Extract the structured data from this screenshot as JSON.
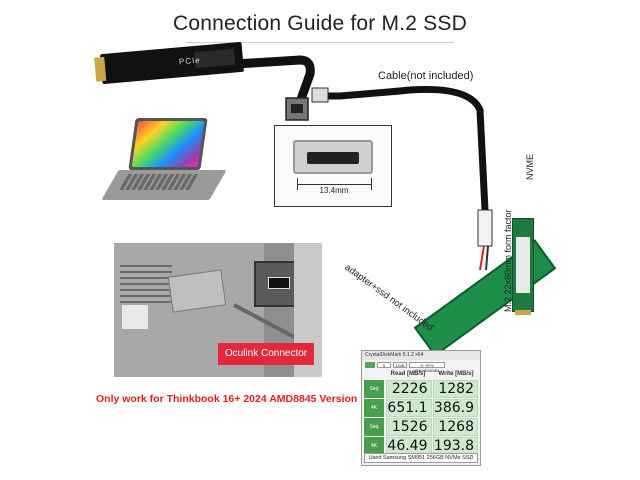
{
  "title": "Connection Guide for M.2 SSD",
  "cable_label": "Cable(not included)",
  "connector_width": "13.4mm",
  "m2_board_text": "PCIe",
  "oculink_label": "Oculink Connector",
  "thinkbook_note": "Only work for Thinkbook 16+ 2024 AMD8845 Version",
  "nvme_label": "NVME",
  "form_factor_label": "M.2 22x80mm form factor",
  "adapter_label": "adapter+ssd not included",
  "colors": {
    "accent_red": "#e3273d",
    "note_red": "#e02020",
    "pcb_green": "#1e8f4a"
  },
  "benchmark": {
    "title": "CrystalDiskMark 5.1.2 x64",
    "selectors": [
      "5",
      "1GiB",
      "E: 97% (151/153GiB)"
    ],
    "headers": [
      "Read [MB/s]",
      "Write [MB/s]"
    ],
    "rows": [
      {
        "test": "Seq Q32T1",
        "read": "2226",
        "write": "1282"
      },
      {
        "test": "4K Q32T1",
        "read": "651.1",
        "write": "386.9"
      },
      {
        "test": "Seq",
        "read": "1526",
        "write": "1268"
      },
      {
        "test": "4K",
        "read": "46.49",
        "write": "193.8"
      }
    ],
    "footer": "Used Samsung SM951 256GB NVMe SSD"
  }
}
